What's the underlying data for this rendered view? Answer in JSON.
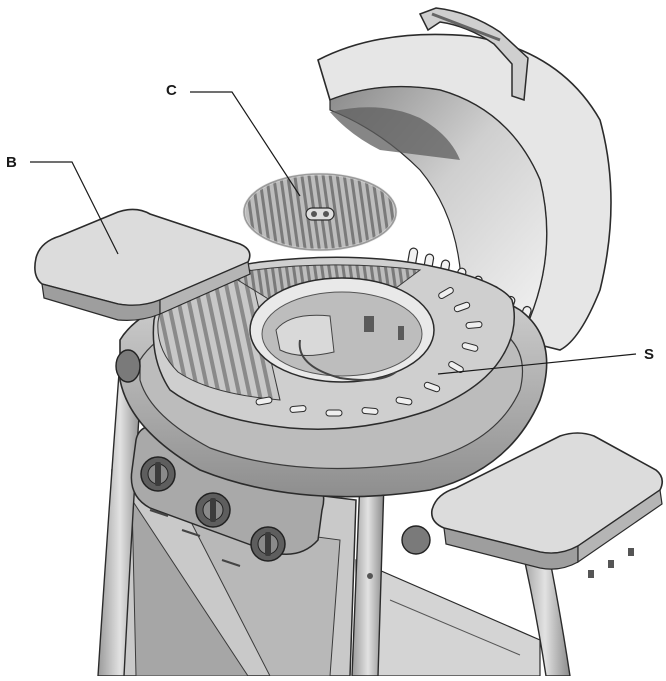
{
  "callouts": {
    "b": "B",
    "c": "C",
    "s": "S"
  },
  "colors": {
    "outline": "#2b2b2b",
    "body_light": "#d9d9d9",
    "body_mid": "#b3b3b3",
    "body_dark": "#6f6f6f",
    "grate": "#8c8c8c"
  }
}
